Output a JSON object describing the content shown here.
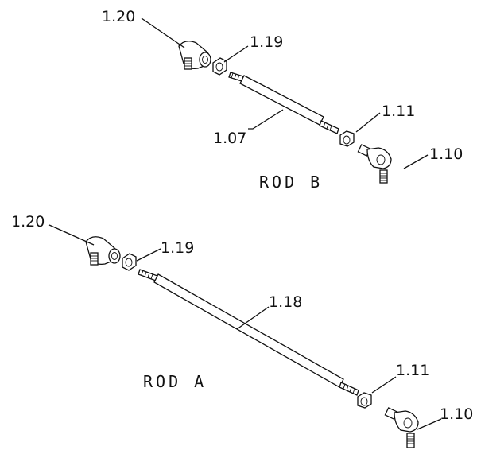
{
  "rod_b": {
    "caption": "ROD B",
    "labels": {
      "rod_end_left": "1.20",
      "nut_left": "1.19",
      "rod": "1.07",
      "nut_right": "1.11",
      "rod_end_right": "1.10"
    }
  },
  "rod_a": {
    "caption": "ROD A",
    "labels": {
      "rod_end_left": "1.20",
      "nut_left": "1.19",
      "rod": "1.18",
      "nut_right": "1.11",
      "rod_end_right": "1.10"
    }
  }
}
